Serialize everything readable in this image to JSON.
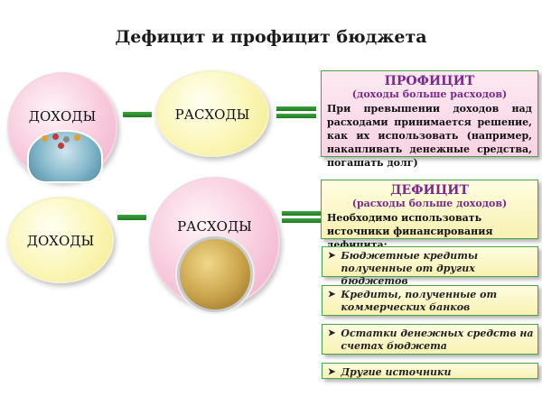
{
  "title": "Дефицит и профицит бюджета",
  "row1": {
    "left_circle": "ДОХОДЫ",
    "right_circle": "РАСХОДЫ",
    "box": {
      "heading": "ПРОФИЦИТ",
      "subheading": "(доходы больше расходов)",
      "text": "При превышении доходов над расходами принимается решение, как их использовать (например, накапливать денежные средства, погашать долг)"
    }
  },
  "row2": {
    "left_circle": "ДОХОДЫ",
    "right_circle": "РАСХОДЫ",
    "box": {
      "heading": "ДЕФИЦИТ",
      "subheading": "(расходы больше доходов)",
      "text": "Необходимо использовать источники финансирования дефицита:"
    },
    "sources": [
      "Бюджетные кредиты полученные от других бюджетов",
      "Кредиты, полученные от коммерческих банков",
      "Остатки денежных средств на счетах бюджета",
      "Другие источники"
    ]
  },
  "colors": {
    "connector": "#2e8b2e",
    "heading": "#7a2a8a",
    "pink": "#f8c9dc",
    "yellow": "#fbf6b6"
  }
}
